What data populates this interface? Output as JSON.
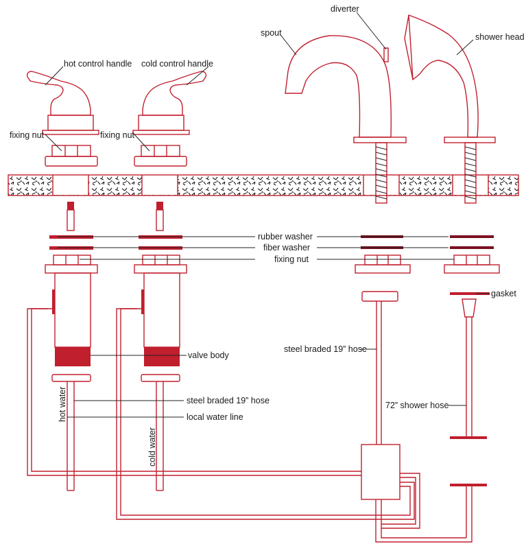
{
  "labels": {
    "hot_control_handle": "hot control handle",
    "cold_control_handle": "cold control handle",
    "fixing_nut_left": "fixing nut",
    "fixing_nut_right": "fixing nut",
    "diverter": "diverter",
    "spout": "spout",
    "shower_head": "shower head",
    "rubber_washer": "rubber washer",
    "fiber_washer": "fiber washer",
    "fixing_nut_lower": "fixing nut",
    "gasket": "gasket",
    "steel_braded_hose_right": "steel braded 19” hose",
    "valve_body": "valve body",
    "steel_braded_hose_left": "steel braded 19” hose",
    "local_water_line": "local water line",
    "shower_hose": "72” shower hose",
    "hot_water": "hot water",
    "cold_water": "cold water"
  },
  "colors": {
    "line": "#c01f2e",
    "fill_dark": "#c01f2e",
    "washer_dark": "#7a1020"
  }
}
